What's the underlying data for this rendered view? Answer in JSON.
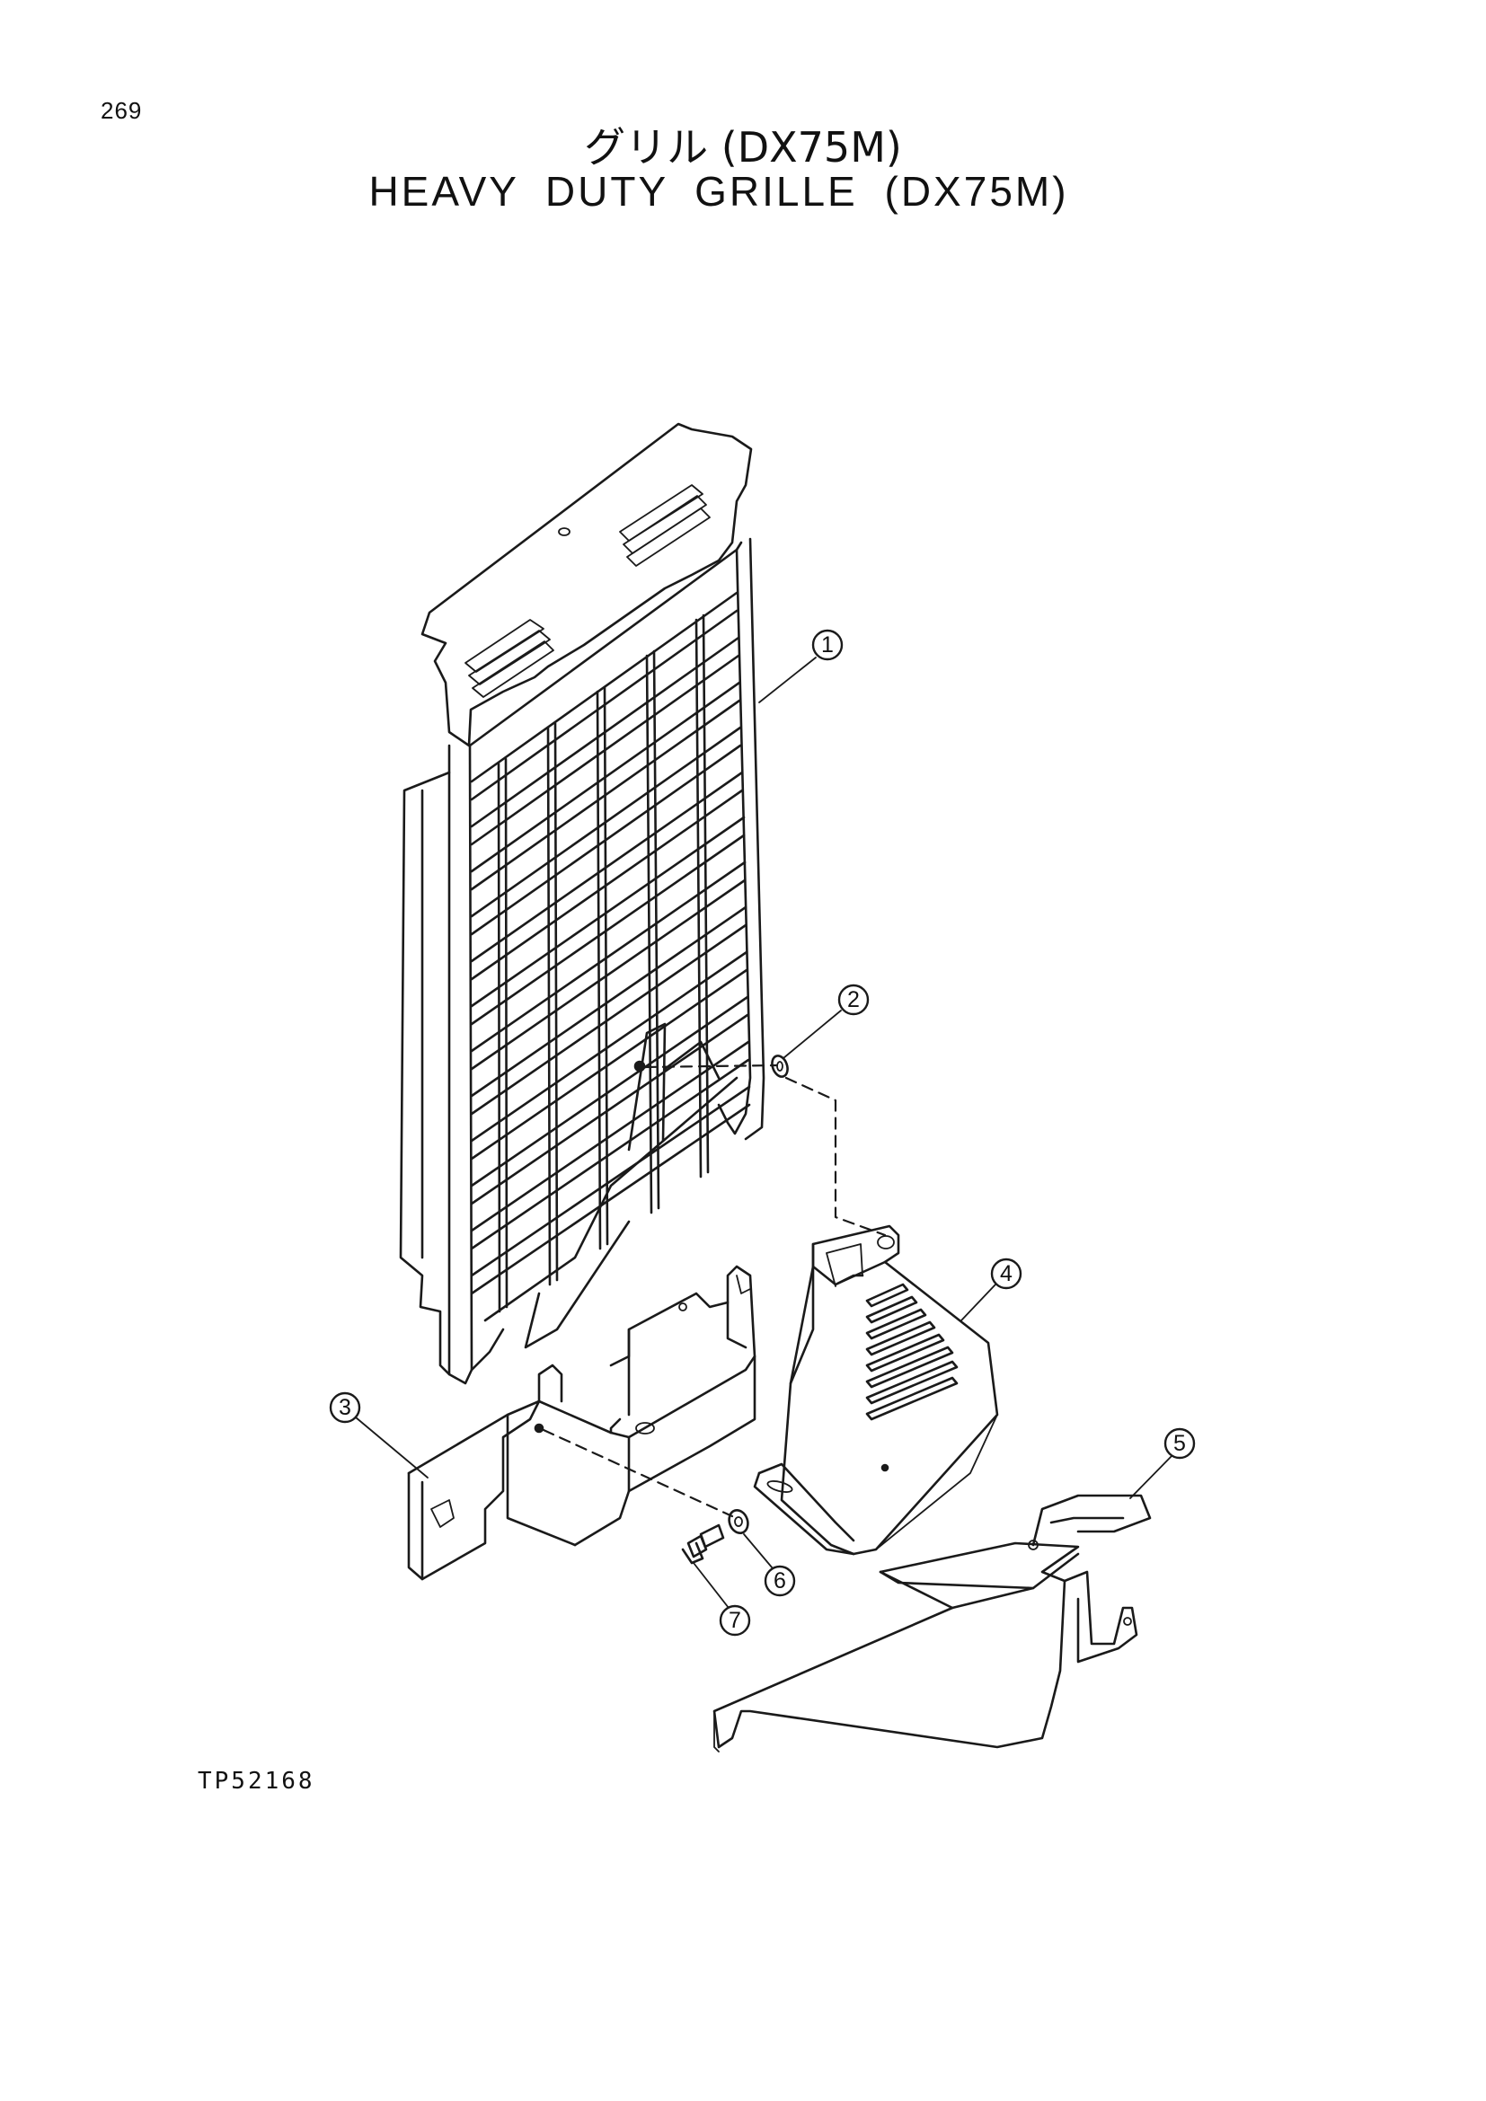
{
  "page_number": "269",
  "title_jp": "グリル (DX75M)",
  "title_en": "HEAVY DUTY GRILLE (DX75M)",
  "drawing_code": "TP52168",
  "callouts": [
    "1",
    "2",
    "3",
    "4",
    "5",
    "6",
    "7"
  ]
}
